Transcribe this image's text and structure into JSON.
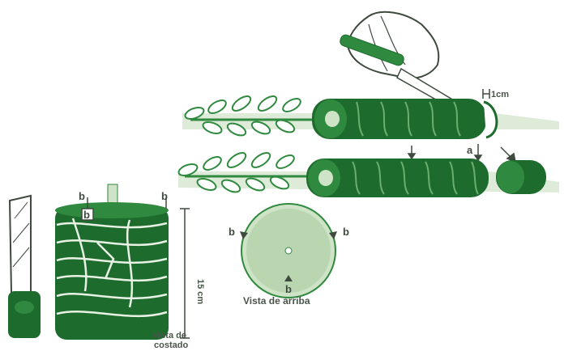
{
  "labels": {
    "measure_top": "1cm",
    "cut_a": "a",
    "side_b_left": "b",
    "side_b_right": "b",
    "side_b_top": "b",
    "height": "15 cm",
    "side_view_line1": "Vista de",
    "side_view_line2": "costado",
    "top_b_left": "b",
    "top_b_right": "b",
    "top_b_bottom": "b",
    "top_view": "Vista de arriba"
  },
  "colors": {
    "green_dark": "#1e6b2e",
    "green_mid": "#2f8a3f",
    "green_light": "#cfe3c7",
    "ink": "#3f4a3f"
  }
}
